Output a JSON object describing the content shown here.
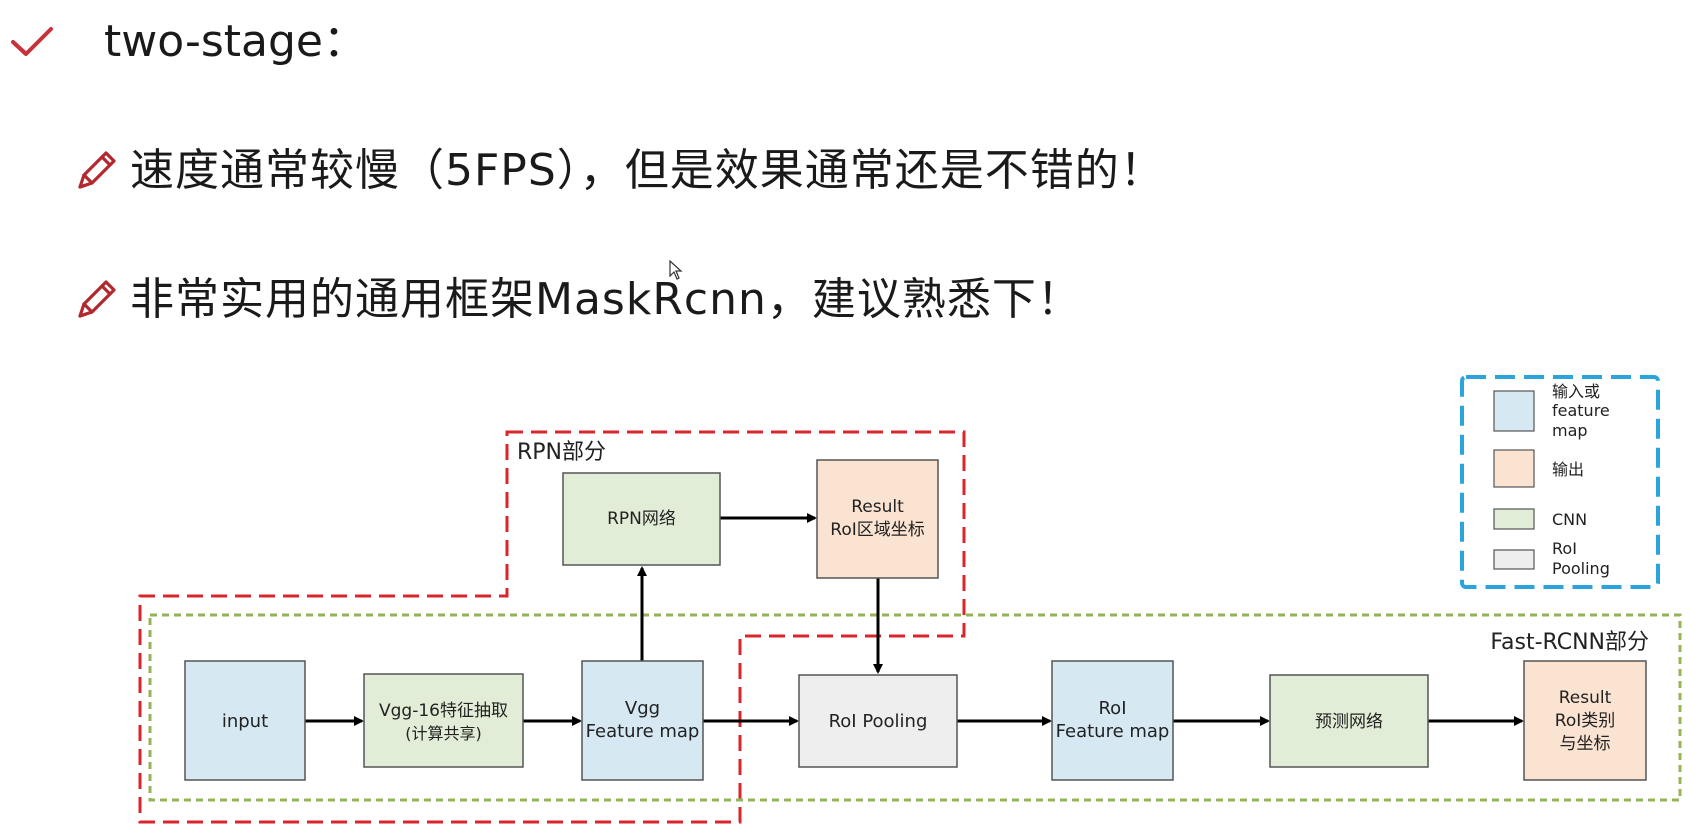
{
  "slide": {
    "title": "two-stage：",
    "bullets": [
      {
        "text": "速度通常较慢（5FPS），但是效果通常还是不错的！"
      },
      {
        "text": "非常实用的通用框架MaskRcnn，建议熟悉下！"
      }
    ]
  },
  "diagram": {
    "regions": {
      "rpn_label": "RPN部分",
      "fast_rcnn_label": "Fast-RCNN部分"
    },
    "nodes": {
      "input": [
        "input"
      ],
      "vgg16": [
        "Vgg-16特征抽取",
        "(计算共享)"
      ],
      "vgg_feature_map": [
        "Vgg",
        "Feature map"
      ],
      "rpn_network": [
        "RPN网络"
      ],
      "rpn_result": [
        "Result",
        "RoI区域坐标"
      ],
      "roi_pooling": [
        "RoI Pooling"
      ],
      "roi_feature_map": [
        "RoI",
        "Feature map"
      ],
      "prediction_network": [
        "预测网络"
      ],
      "final_result": [
        "Result",
        "RoI类别",
        "与坐标"
      ]
    },
    "legend": [
      {
        "kind": "input",
        "lines": [
          "输入或",
          "feature",
          "map"
        ]
      },
      {
        "kind": "output",
        "lines": [
          "输出"
        ]
      },
      {
        "kind": "cnn",
        "lines": [
          "CNN"
        ]
      },
      {
        "kind": "roi",
        "lines": [
          "RoI",
          "Pooling"
        ]
      }
    ],
    "colors": {
      "input_fill": "#d6e8f2",
      "output_fill": "#fbe3d2",
      "cnn_fill": "#e2edd7",
      "roi_fill": "#eeeeee",
      "box_stroke": "#555555",
      "rpn_border": "#d9262c",
      "fast_border": "#94b45a",
      "legend_border": "#2ba3dc",
      "check_icon": "#c8323a",
      "pencil_icon": "#b3282e"
    }
  }
}
